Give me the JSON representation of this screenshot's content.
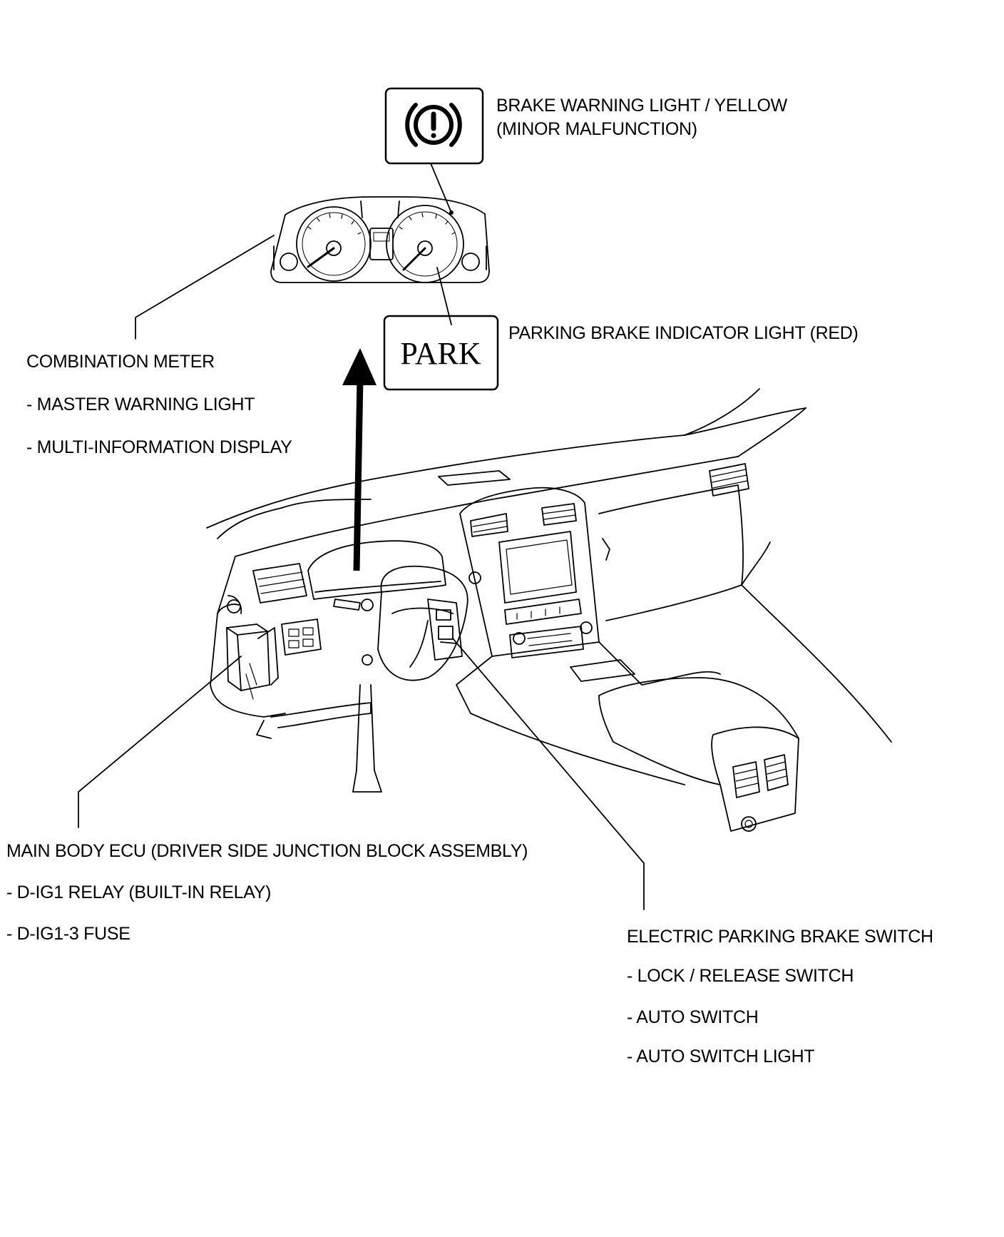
{
  "labels": {
    "brake_warning_line1": "BRAKE WARNING LIGHT / YELLOW",
    "brake_warning_line2": "(MINOR MALFUNCTION)",
    "parking_indicator": "PARKING BRAKE INDICATOR LIGHT (RED)",
    "combination_meter": "COMBINATION METER",
    "master_warning": "- MASTER WARNING LIGHT",
    "multi_info": "- MULTI-INFORMATION DISPLAY",
    "main_body_ecu": "MAIN BODY ECU (DRIVER SIDE JUNCTION BLOCK ASSEMBLY)",
    "dig1_relay": "- D-IG1 RELAY (BUILT-IN RELAY)",
    "dig1_fuse": "- D-IG1-3 FUSE",
    "epb_switch": "ELECTRIC PARKING BRAKE SWITCH",
    "lock_release": "- LOCK / RELEASE SWITCH",
    "auto_switch": "- AUTO SWITCH",
    "auto_switch_light": "- AUTO SWITCH LIGHT"
  },
  "indicators": {
    "park_symbol_text": "PARK",
    "brake_icon": "brake-warning-icon"
  }
}
